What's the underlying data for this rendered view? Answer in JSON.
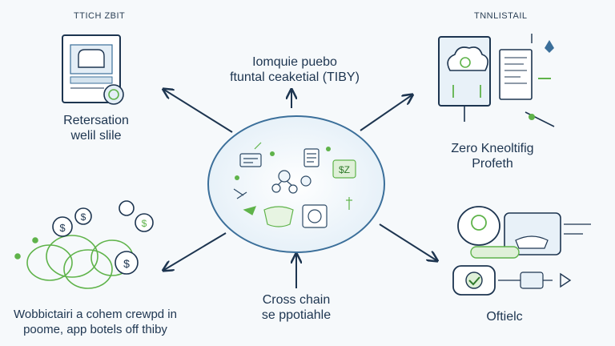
{
  "corner_left": "TТІCH ZBIТ",
  "corner_right": "TNNLISTAIL",
  "top_label": [
    "Iomquie puebo",
    "ftuntal ceaketial (TIBY)"
  ],
  "left_label": [
    "Retersation",
    "welil slile"
  ],
  "right_label": [
    "Zero Kneoltifig",
    "Profeth"
  ],
  "bottom_label": [
    "Cross chain",
    "se ppotiahle"
  ],
  "bottom_left_label": [
    "Wobbictairi a cohem crewpd in",
    "poome, app botels off thiby"
  ],
  "bottom_right_label": "Oftielc",
  "colors": {
    "navy": "#1d3550",
    "green": "#5fb34a",
    "lightblue": "#dbe9f3",
    "accent": "#3b6f9a"
  }
}
